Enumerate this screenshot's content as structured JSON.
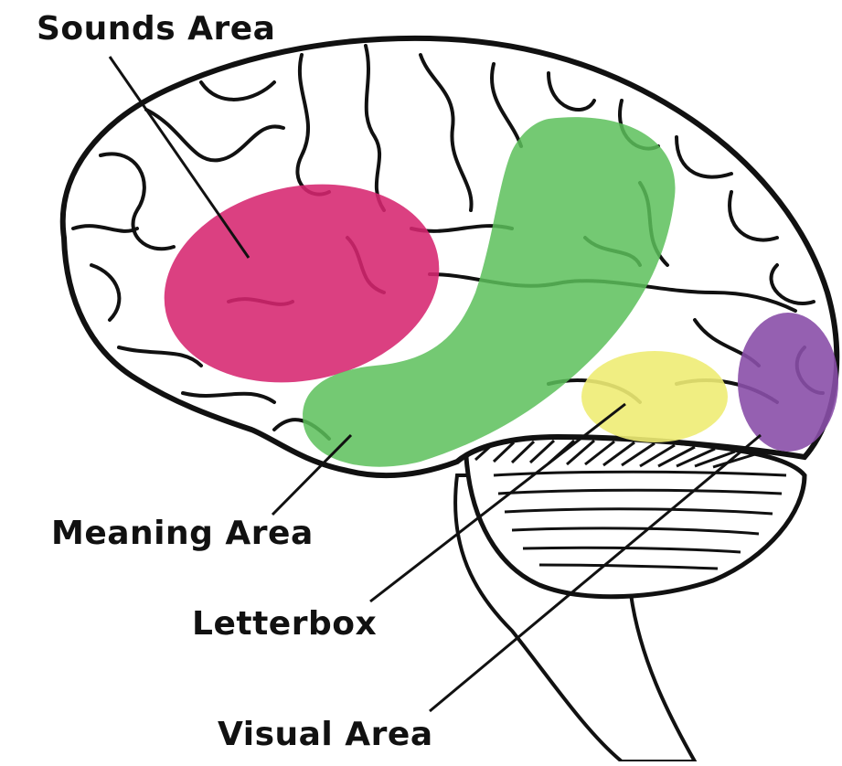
{
  "labels": {
    "sounds": "Sounds Area",
    "meaning": "Meaning Area",
    "letterbox": "Letterbox",
    "visual": "Visual Area"
  },
  "colors": {
    "sounds": "#d6266f",
    "meaning": "#5cbf5a",
    "letterbox": "#eeec74",
    "visual": "#8a4fa8",
    "outline": "#111111"
  }
}
